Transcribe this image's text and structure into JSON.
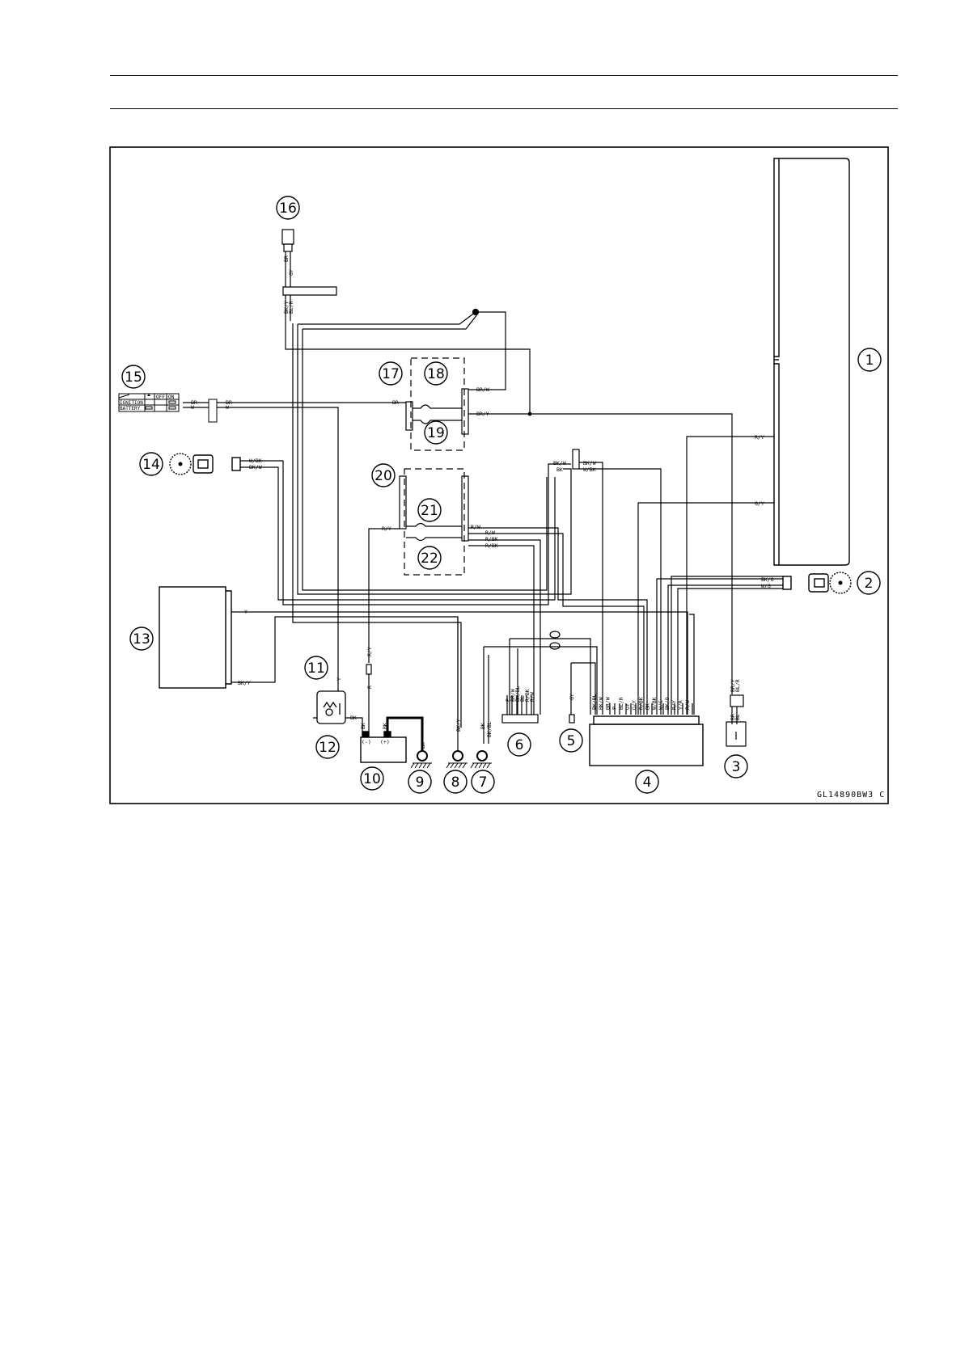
{
  "figure_code": "GL14890BW3 C",
  "callouts": [
    "1",
    "2",
    "3",
    "4",
    "5",
    "6",
    "7",
    "8",
    "9",
    "10",
    "11",
    "12",
    "13",
    "14",
    "15",
    "16",
    "17",
    "18",
    "19",
    "20",
    "21",
    "22"
  ],
  "switch_table": {
    "off": "OFF",
    "on": "ON",
    "ignition": "IGNITION",
    "battery": "BATTERY"
  },
  "wires": {
    "c16_a": "BR",
    "c16_b": "GY",
    "c16_c": "BK/Y",
    "c16_d": "BL/R",
    "sw_br": "BR",
    "sw_w": "W",
    "sw_br2": "BR",
    "sw_w2": "W",
    "j17_br": "BR",
    "j18_brw": "BR/W",
    "j19_bry": "BR/Y",
    "c14_a": "W/BK",
    "c14_b": "BK/W",
    "j20_ry": "R/Y",
    "j21_rw": "R/W",
    "j21_rw2": "R/W",
    "j22_rbk": "R/BK",
    "j22_rbk2": "R/BK",
    "mid_bkw": "BK/W",
    "mid_bk": "BK",
    "mid_bkw2": "BK/W",
    "mid_wbk": "W/BK",
    "r_ry": "R/Y",
    "r_gy": "G/Y",
    "r_bko": "BK/O",
    "r_wg": "W/G",
    "c13_y": "Y",
    "c13_bky": "BK/Y",
    "c11_y": "Y",
    "c11_bk": "BK",
    "c10_ry": "R/Y",
    "c10_r": "R",
    "c10_bk": "BK",
    "c10_bk2": "BK",
    "c10_neg": "(-)",
    "c10_pos": "(+)",
    "c9_bk": "BK",
    "c8_bky": "BK/Y",
    "c7_bk": "BK",
    "c7_bkbl": "BK/BL",
    "c6": [
      "P",
      "BR/W",
      "BK/BL",
      "BL",
      "R/BK",
      "R/W"
    ],
    "c5": "GY",
    "c4": [
      "BK/BL",
      "BK/W",
      "BR/W",
      "P",
      "BL/R",
      "GY",
      "G/Y",
      "R/BK",
      "BK",
      "W/BK",
      "W/G",
      "BK/O",
      "R/Y",
      "Y/R",
      "R/W"
    ],
    "c3": [
      "BR/Y",
      "BL/R",
      "BR",
      "BL"
    ]
  }
}
